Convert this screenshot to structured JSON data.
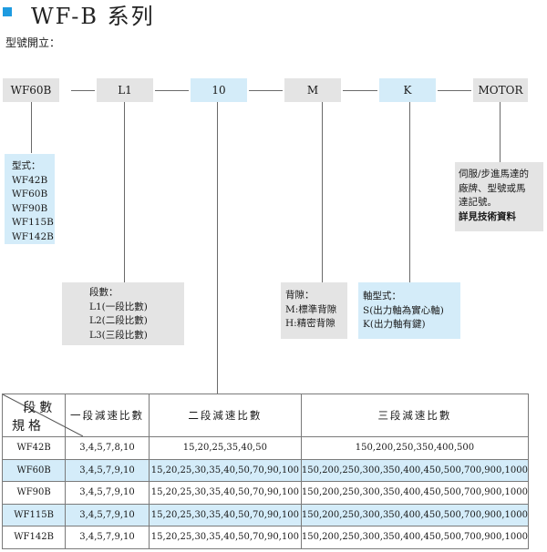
{
  "title": "WF-B 系列",
  "subtitle": "型號開立：",
  "codes": [
    "WF60B",
    "L1",
    "10",
    "M",
    "K",
    "MOTOR"
  ],
  "callouts": {
    "model": {
      "heading": "型式：",
      "items": [
        "WF42B",
        "WF60B",
        "WF90B",
        "WF115B",
        "WF142B"
      ]
    },
    "stage": {
      "heading": "段數：",
      "items": [
        "L1(一段比數)",
        "L2(二段比數)",
        "L3(三段比數)"
      ]
    },
    "backlash": {
      "heading": "背隙：",
      "items": [
        "M:標準背隙",
        "H:精密背隙"
      ]
    },
    "shaft": {
      "heading": "軸型式：",
      "items": [
        "S(出力軸為實心軸)",
        "K(出力軸有鍵)"
      ]
    },
    "motor": {
      "lines": [
        "伺服/步進馬達的",
        "廠牌、型號或馬",
        "達記號。"
      ],
      "bold": "詳見技術資料"
    }
  },
  "table": {
    "corner_top": "段數",
    "corner_bottom": "規格",
    "headers": [
      "一段減速比數",
      "二段減速比數",
      "三段減速比數"
    ],
    "rows": [
      [
        "WF42B",
        "3,4,5,7,8,10",
        "15,20,25,35,40,50",
        "150,200,250,350,400,500"
      ],
      [
        "WF60B",
        "3,4,5,7,9,10",
        "15,20,25,30,35,40,50,70,90,100",
        "150,200,250,300,350,400,450,500,700,900,1000"
      ],
      [
        "WF90B",
        "3,4,5,7,9,10",
        "15,20,25,30,35,40,50,70,90,100",
        "150,200,250,300,350,400,450,500,700,900,1000"
      ],
      [
        "WF115B",
        "3,4,5,7,9,10",
        "15,20,25,30,35,40,50,70,90,100",
        "150,200,250,300,350,400,450,500,700,900,1000"
      ],
      [
        "WF142B",
        "3,4,5,7,9,10",
        "15,20,25,30,35,40,50,70,90,100",
        "150,200,250,300,350,400,450,500,700,900,1000"
      ]
    ]
  },
  "colors": {
    "accent": "#1e9be0",
    "blue_box": "#d4ecf9",
    "gray_box": "#e4e4e4",
    "line": "#6a6a6a"
  }
}
